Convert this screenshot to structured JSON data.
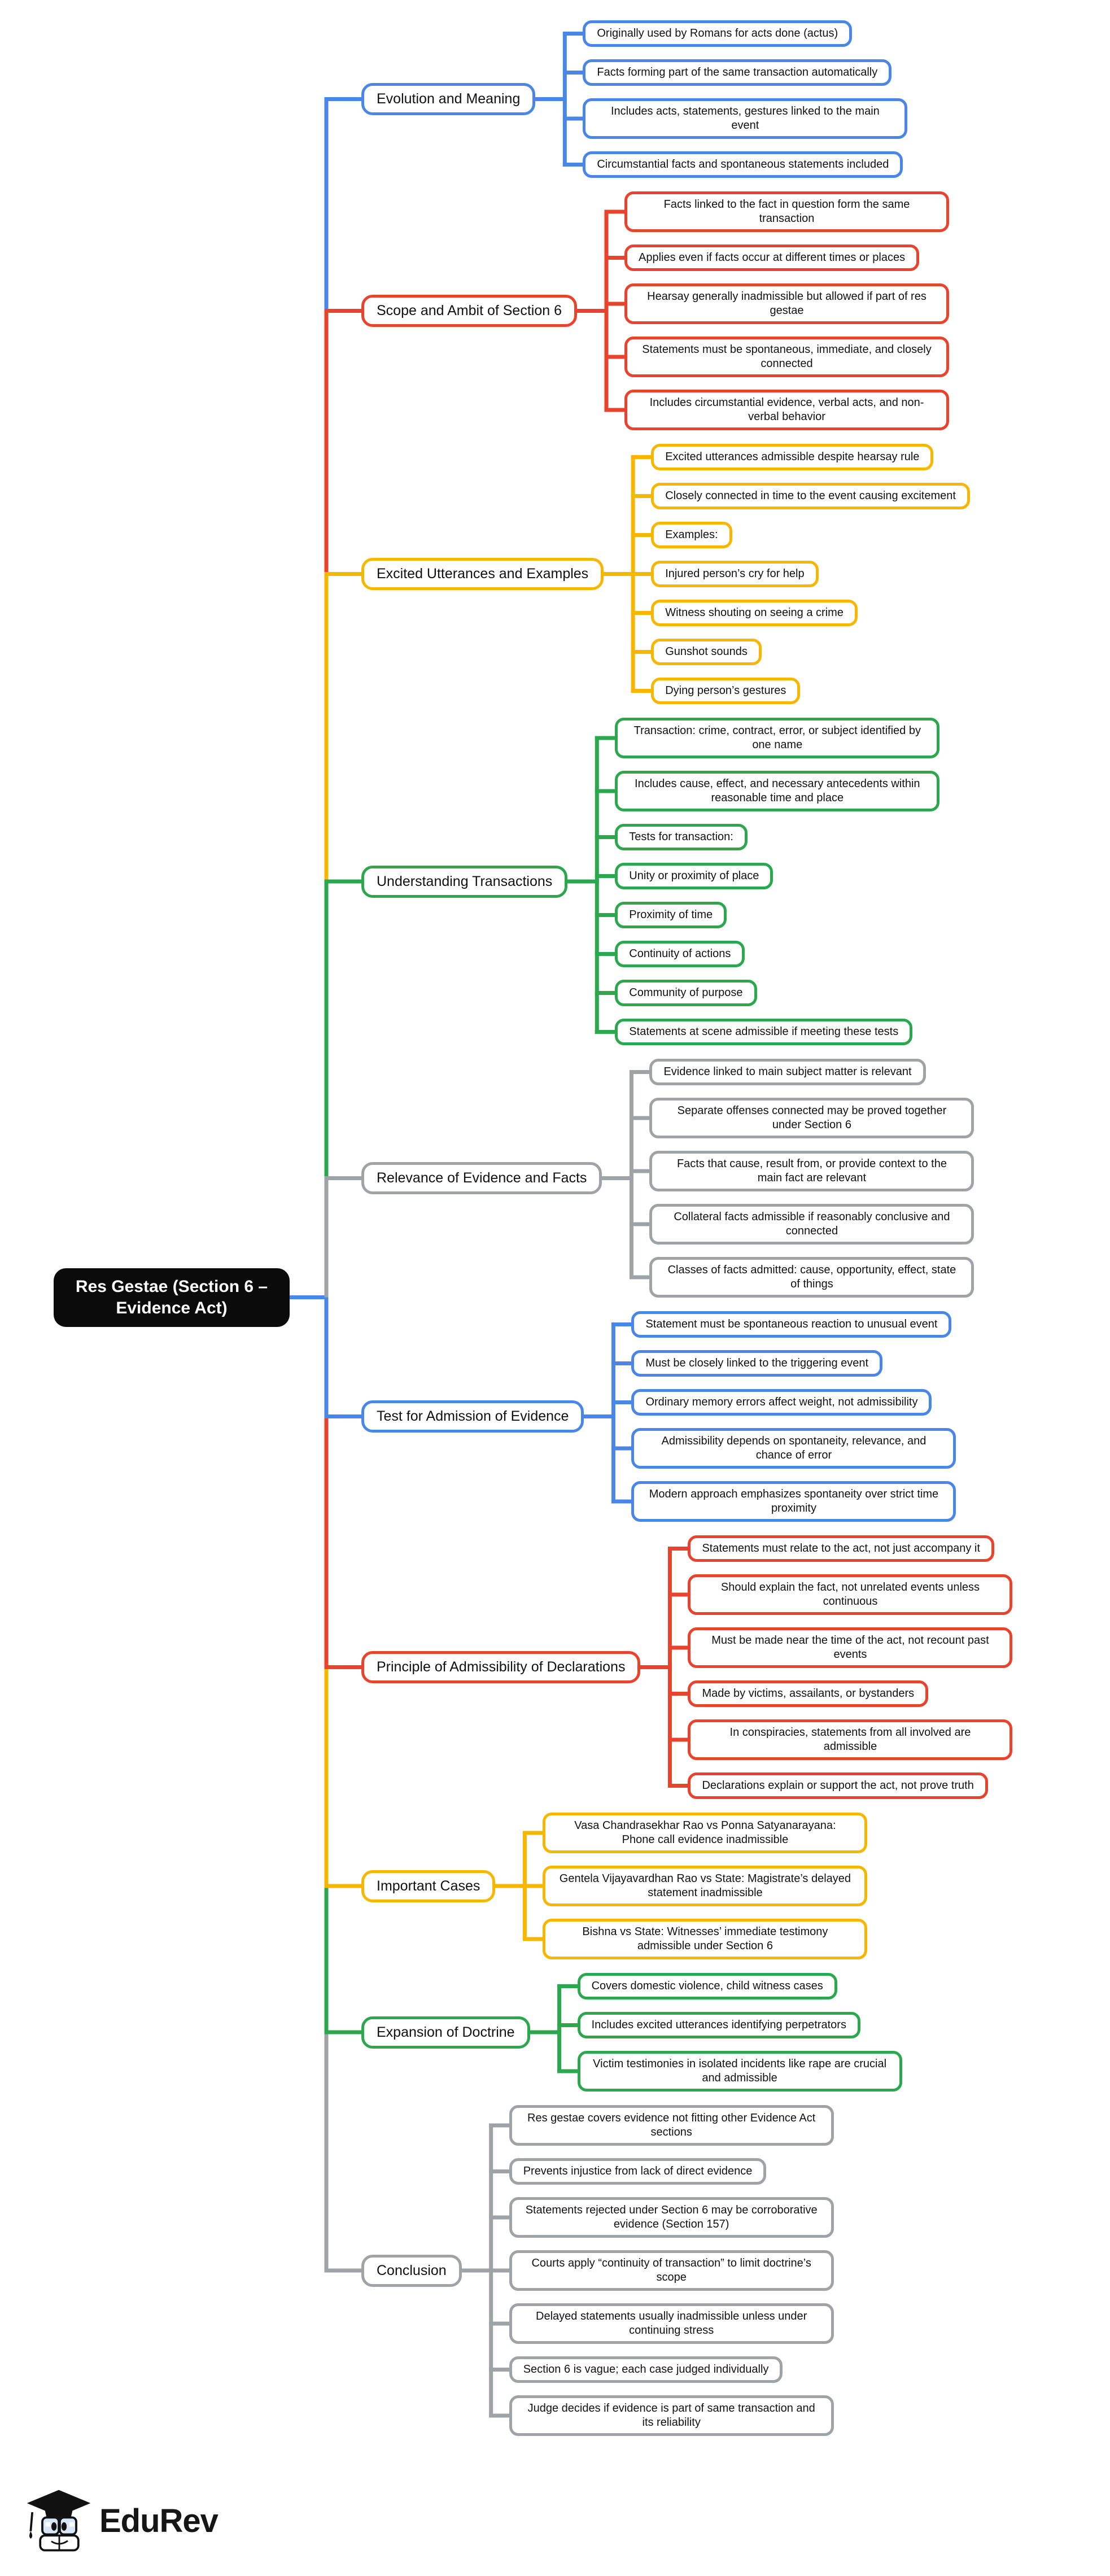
{
  "root": {
    "label": "Res Gestae (Section 6 –\nEvidence Act)",
    "bg": "#0b0b0b",
    "text_color": "#ffffff"
  },
  "palette": {
    "blue": "#4A86E8",
    "red": "#E8432D",
    "yellow": "#F7B600",
    "green": "#2BA84E",
    "gray": "#9EA3A7"
  },
  "branches": [
    {
      "label": "Evolution and Meaning",
      "color": "#4A86E8",
      "children": [
        "Originally used by Romans for acts done (actus)",
        "Facts forming part of the same transaction automatically",
        "Includes acts, statements, gestures linked to the main event",
        "Circumstantial facts and spontaneous statements included"
      ]
    },
    {
      "label": "Scope and Ambit of Section 6",
      "color": "#E8432D",
      "children": [
        "Facts linked to the fact in question form the same transaction",
        "Applies even if facts occur at different times or places",
        "Hearsay generally inadmissible but allowed if part of res gestae",
        "Statements must be spontaneous, immediate, and closely connected",
        "Includes circumstantial evidence, verbal acts, and non-verbal behavior"
      ]
    },
    {
      "label": "Excited Utterances and Examples",
      "color": "#F7B600",
      "children": [
        "Excited utterances admissible despite hearsay rule",
        "Closely connected in time to the event causing excitement",
        "Examples:",
        "Injured person’s cry for help",
        "Witness shouting on seeing a crime",
        "Gunshot sounds",
        "Dying person’s gestures"
      ]
    },
    {
      "label": "Understanding Transactions",
      "color": "#2BA84E",
      "children": [
        "Transaction: crime, contract, error, or subject identified by one name",
        "Includes cause, effect, and necessary antecedents within reasonable time and place",
        "Tests for transaction:",
        "Unity or proximity of place",
        "Proximity of time",
        "Continuity of actions",
        "Community of purpose",
        "Statements at scene admissible if meeting these tests"
      ]
    },
    {
      "label": "Relevance of Evidence and Facts",
      "color": "#9EA3A7",
      "children": [
        "Evidence linked to main subject matter is relevant",
        "Separate offenses connected may be proved together under Section 6",
        "Facts that cause, result from, or provide context to the main fact are relevant",
        "Collateral facts admissible if reasonably conclusive and connected",
        "Classes of facts admitted: cause, opportunity, effect, state of things"
      ]
    },
    {
      "label": "Test for Admission of Evidence",
      "color": "#4A86E8",
      "children": [
        "Statement must be spontaneous reaction to unusual event",
        "Must be closely linked to the triggering event",
        "Ordinary memory errors affect weight, not admissibility",
        "Admissibility depends on spontaneity, relevance, and chance of error",
        "Modern approach emphasizes spontaneity over strict time proximity"
      ]
    },
    {
      "label": "Principle of Admissibility of Declarations",
      "color": "#E8432D",
      "children": [
        "Statements must relate to the act, not just accompany it",
        "Should explain the fact, not unrelated events unless continuous",
        "Must be made near the time of the act, not recount past events",
        "Made by victims, assailants, or bystanders",
        "In conspiracies, statements from all involved are admissible",
        "Declarations explain or support the act, not prove truth"
      ]
    },
    {
      "label": "Important Cases",
      "color": "#F7B600",
      "children": [
        "Vasa Chandrasekhar Rao vs Ponna Satyanarayana: Phone call evidence inadmissible",
        "Gentela Vijayavardhan Rao vs State: Magistrate’s delayed statement inadmissible",
        "Bishna vs State: Witnesses’ immediate testimony admissible under Section 6"
      ]
    },
    {
      "label": "Expansion of Doctrine",
      "color": "#2BA84E",
      "children": [
        "Covers domestic violence, child witness cases",
        "Includes excited utterances identifying perpetrators",
        "Victim testimonies in isolated incidents like rape are crucial and admissible"
      ]
    },
    {
      "label": "Conclusion",
      "color": "#9EA3A7",
      "children": [
        "Res gestae covers evidence not fitting other Evidence Act sections",
        "Prevents injustice from lack of direct evidence",
        "Statements rejected under Section 6 may be corroborative evidence (Section 157)",
        "Courts apply “continuity of transaction” to limit doctrine’s scope",
        "Delayed statements usually inadmissible unless under continuing stress",
        "Section 6 is vague; each case judged individually",
        "Judge decides if evidence is part of same transaction and its reliability"
      ]
    }
  ],
  "footer": {
    "brand": "EduRev"
  }
}
